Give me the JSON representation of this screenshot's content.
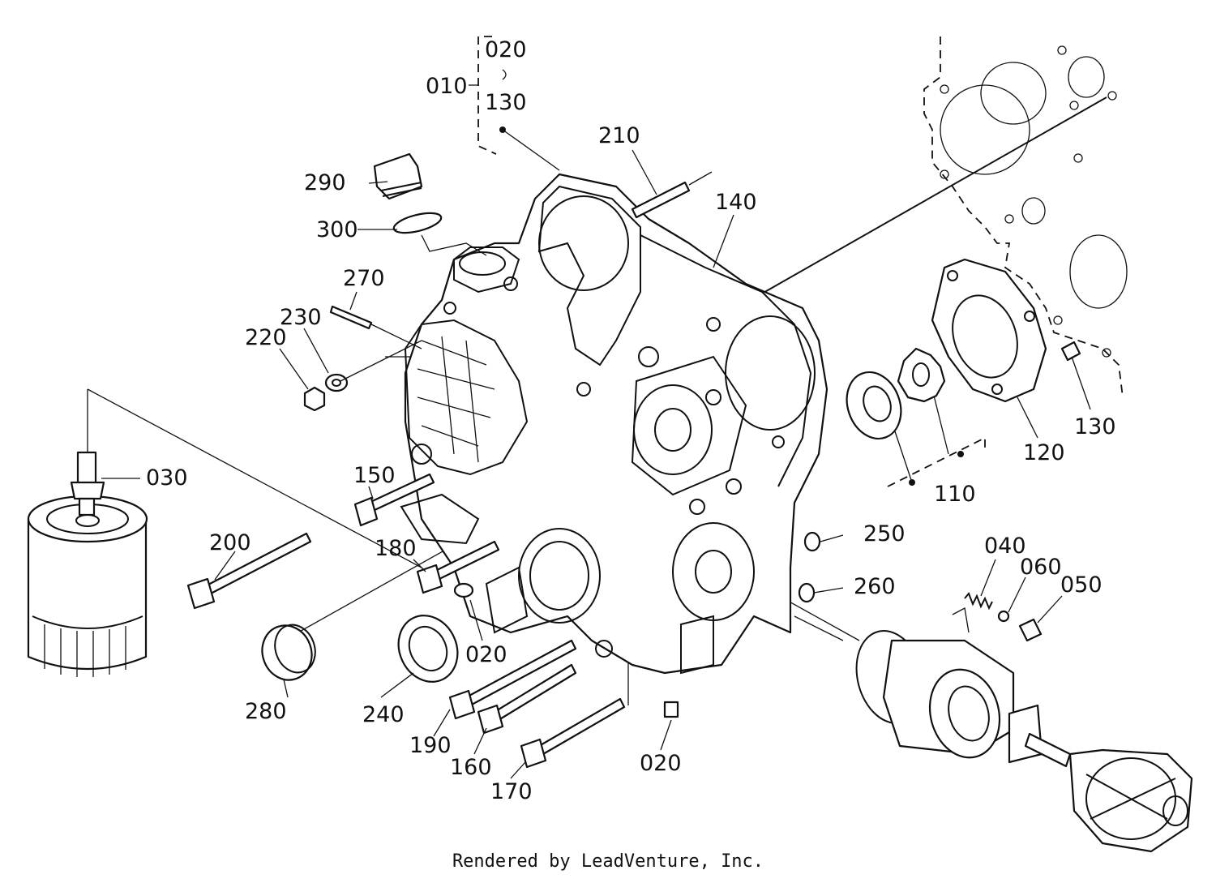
{
  "callouts": [
    {
      "id": "020-top",
      "text": "020"
    },
    {
      "id": "010",
      "text": "010"
    },
    {
      "id": "130-top",
      "text": "130"
    },
    {
      "id": "210",
      "text": "210"
    },
    {
      "id": "140",
      "text": "140"
    },
    {
      "id": "290",
      "text": "290"
    },
    {
      "id": "300",
      "text": "300"
    },
    {
      "id": "270",
      "text": "270"
    },
    {
      "id": "230",
      "text": "230"
    },
    {
      "id": "220",
      "text": "220"
    },
    {
      "id": "030",
      "text": "030"
    },
    {
      "id": "150",
      "text": "150"
    },
    {
      "id": "200",
      "text": "200"
    },
    {
      "id": "180",
      "text": "180"
    },
    {
      "id": "020-mid",
      "text": "020"
    },
    {
      "id": "280",
      "text": "280"
    },
    {
      "id": "240",
      "text": "240"
    },
    {
      "id": "190",
      "text": "190"
    },
    {
      "id": "160",
      "text": "160"
    },
    {
      "id": "170",
      "text": "170"
    },
    {
      "id": "020-bottom",
      "text": "020"
    },
    {
      "id": "250",
      "text": "250"
    },
    {
      "id": "260",
      "text": "260"
    },
    {
      "id": "040",
      "text": "040"
    },
    {
      "id": "060",
      "text": "060"
    },
    {
      "id": "050",
      "text": "050"
    },
    {
      "id": "110",
      "text": "110"
    },
    {
      "id": "120",
      "text": "120"
    },
    {
      "id": "130-right",
      "text": "130"
    }
  ],
  "footer": "Rendered by LeadVenture, Inc."
}
